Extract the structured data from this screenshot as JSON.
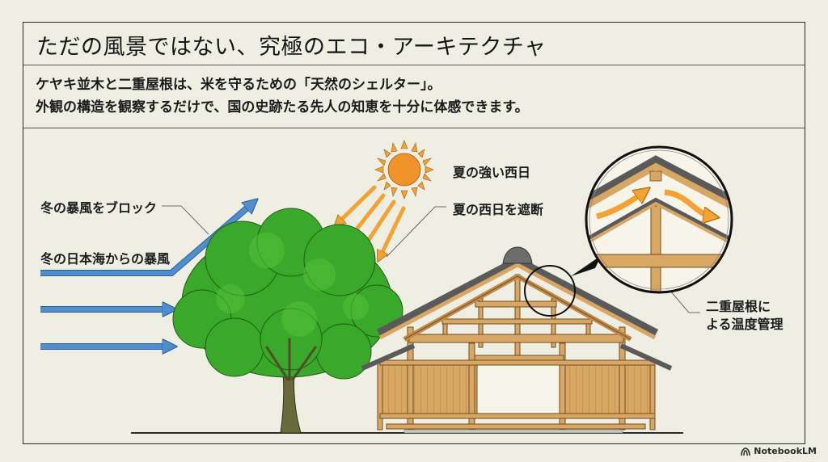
{
  "header": {
    "title": "ただの風景ではない、究極のエコ・アーキテクチャ"
  },
  "subtitle": {
    "line1": "ケヤキ並木と二重屋根は、米を守るための「天然のシェルター」。",
    "line2": "外観の構造を観察するだけで、国の史跡たる先人の知恵を十分に体感できます。"
  },
  "diagram": {
    "labels": {
      "block_wind": "冬の暴風をブロック",
      "winter_wind": "冬の日本海からの暴風",
      "summer_sun": "夏の強い西日",
      "block_sun": "夏の西日を遮断",
      "double_roof_line1": "二重屋根に",
      "double_roof_line2": "よる温度管理"
    },
    "elements": {
      "tree": "zelkova-tree",
      "building": "storehouse-with-double-roof",
      "sun": "sun-icon",
      "magnifier": "roof-detail-magnifier"
    },
    "colors": {
      "wind_arrow": "#4f8fd0",
      "sun": "#f0922a",
      "sun_rays": "#f4a233",
      "tree_leaves": "#3aa82a",
      "trunk": "#6b6a3a",
      "wood": "#d9a764",
      "roof_tile": "#6d6d6d",
      "background": "#efeee3"
    }
  },
  "footer": {
    "brand": "NotebookLM"
  }
}
